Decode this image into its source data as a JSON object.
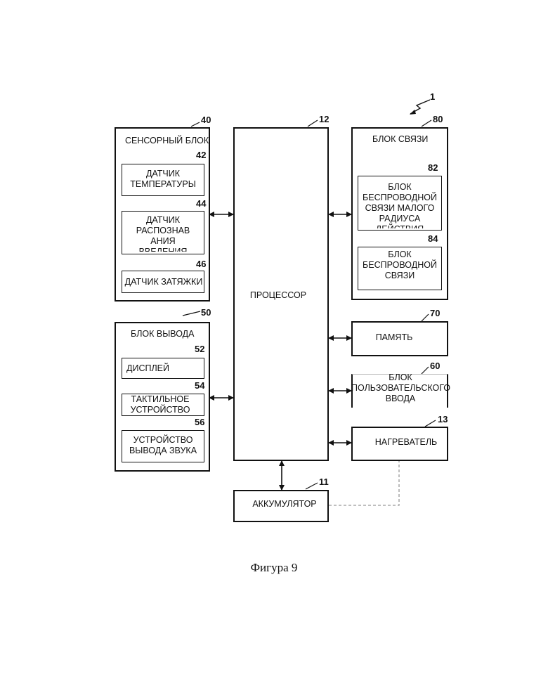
{
  "system_ref": "1",
  "sensor_block": {
    "ref": "40",
    "title": "СЕНСОРНЫЙ БЛОК",
    "temp_sensor": {
      "ref": "42",
      "label": "ДАТЧИК ТЕМПЕРАТУРЫ"
    },
    "insertion_sensor": {
      "ref": "44",
      "label": "ДАТЧИК РАСПОЗНАВ АНИЯ ВВЕДЕНИЯ"
    },
    "puff_sensor": {
      "ref": "46",
      "label": "ДАТЧИК ЗАТЯЖКИ"
    }
  },
  "output_block": {
    "ref": "50",
    "title": "БЛОК ВЫВОДА",
    "display": {
      "ref": "52",
      "label": "ДИСПЛЕЙ"
    },
    "haptic": {
      "ref": "54",
      "label": "ТАКТИЛЬНОЕ УСТРОЙСТВО"
    },
    "sound": {
      "ref": "56",
      "label": "УСТРОЙСТВО ВЫВОДА ЗВУКА"
    }
  },
  "processor": {
    "ref": "12",
    "label": "ПРОЦЕССОР"
  },
  "comm_block": {
    "ref": "80",
    "title": "БЛОК СВЯЗИ",
    "short_range": {
      "ref": "82",
      "label": "БЛОК БЕСПРОВОДНОЙ СВЯЗИ МАЛОГО РАДИУСА ДЕЙСТВИЯ"
    },
    "wireless": {
      "ref": "84",
      "label": "БЛОК БЕСПРОВОДНОЙ СВЯЗИ"
    }
  },
  "memory": {
    "ref": "70",
    "label": "ПАМЯТЬ"
  },
  "user_input": {
    "ref": "60",
    "label": "БЛОК ПОЛЬЗОВАТЕЛЬСКОГО ВВОДА"
  },
  "heater": {
    "ref": "13",
    "label": "НАГРЕВАТЕЛЬ"
  },
  "battery": {
    "ref": "11",
    "label": "АККУМУЛЯТОР"
  },
  "caption": "Фигура 9"
}
